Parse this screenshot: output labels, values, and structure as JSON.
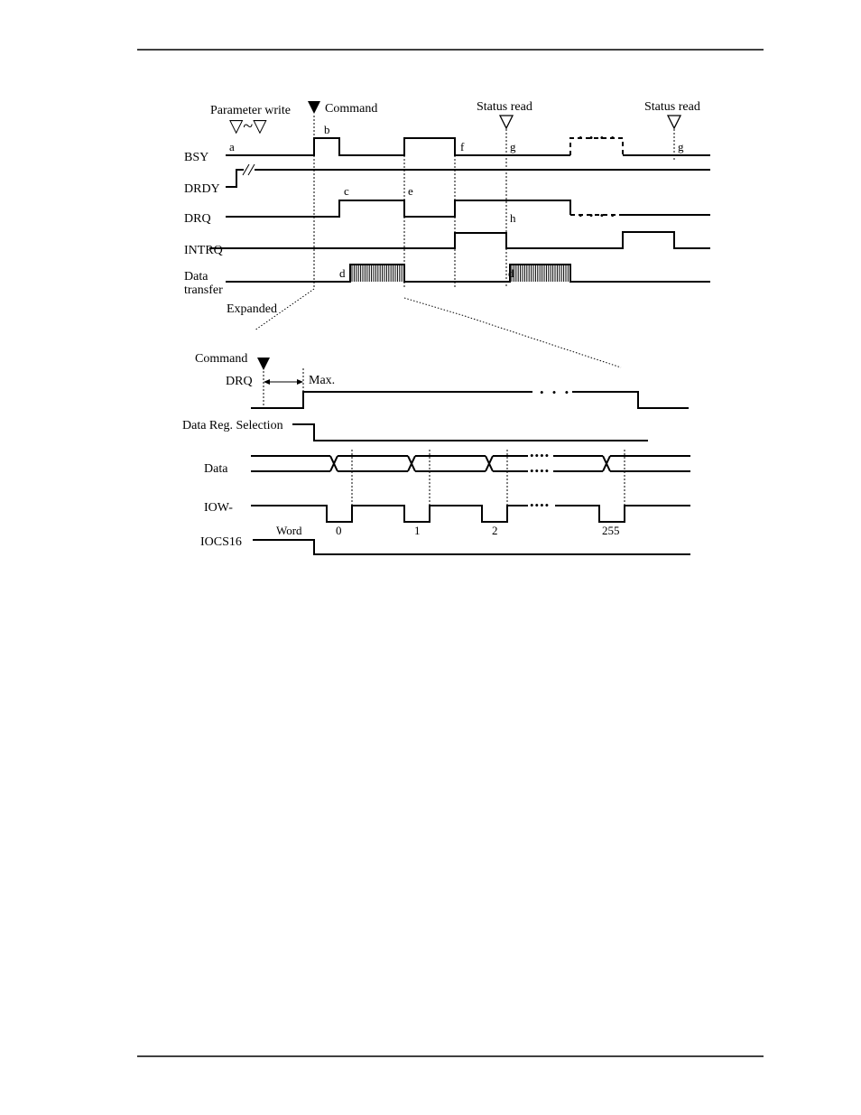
{
  "upper": {
    "parameter_write": "Parameter write",
    "parameter_range": "▽~▽",
    "command": "Command",
    "status_read_1": "Status read",
    "status_read_2": "Status read",
    "expanded": "Expanded",
    "signals": {
      "bsy": "BSY",
      "drdy": "DRDY",
      "drq": "DRQ",
      "intrq": "INTRQ",
      "data_transfer_1": "Data",
      "data_transfer_2": "transfer"
    },
    "markers": {
      "a": "a",
      "b": "b",
      "c": "c",
      "d1": "d",
      "d2": "d",
      "e": "e",
      "f": "f",
      "g1": "g",
      "g2": "g",
      "h": "h"
    },
    "ellipsis": "• • • •"
  },
  "lower": {
    "command": "Command",
    "max": "Max.",
    "signals": {
      "drq": "DRQ",
      "data_reg_selection": "Data Reg. Selection",
      "data": "Data",
      "iow": "IOW-",
      "iocs16": "IOCS16"
    },
    "word": "Word",
    "word_indices": [
      "0",
      "1",
      "2",
      "255"
    ],
    "ellipsis": "• • •",
    "ellipsis4": "••••"
  }
}
